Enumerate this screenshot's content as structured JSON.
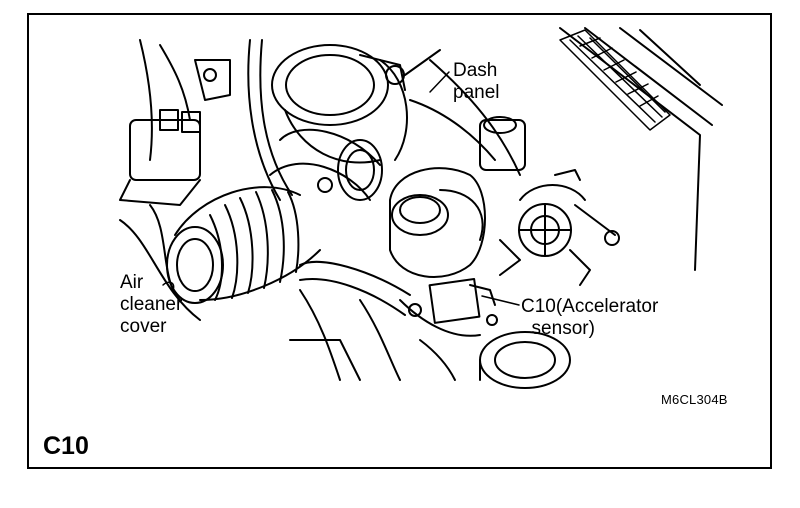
{
  "labels": {
    "dash_panel": "Dash\npanel",
    "air_cleaner_cover": "Air\ncleaner\ncover",
    "accelerator_sensor": "C10(Accelerator\n  sensor)"
  },
  "figure_code": "M6CL304B",
  "section_code": "C10"
}
